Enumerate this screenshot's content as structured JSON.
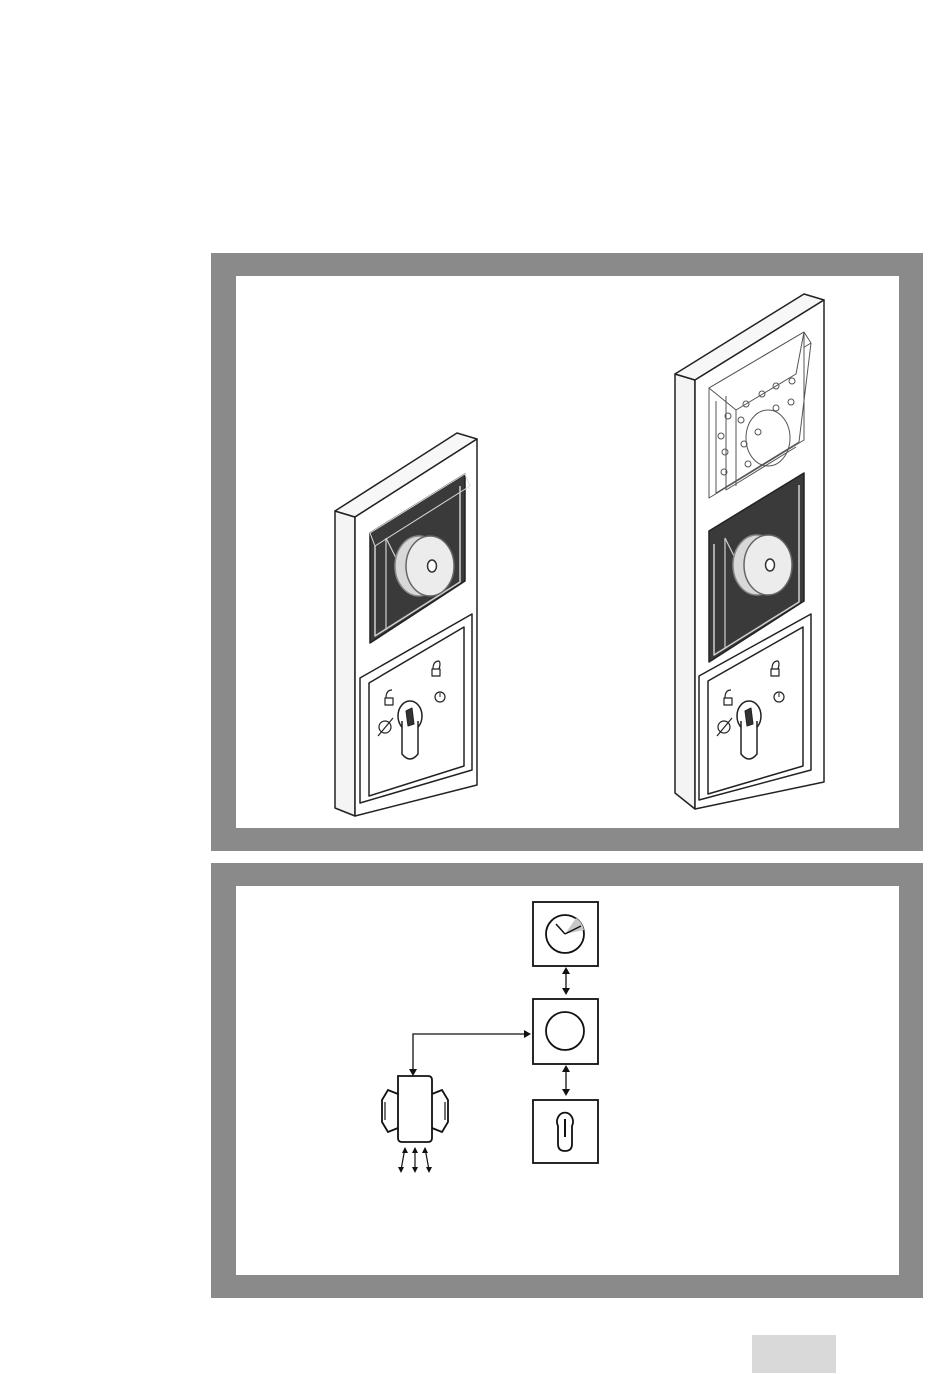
{
  "page": {
    "background": "#ffffff",
    "frame_color": "#8a8a8a",
    "tab_color": "#d9d9d9"
  },
  "figure_top": {
    "name": "switch-frame-illustrations",
    "items": [
      {
        "name": "single-frame",
        "modules": [
          "push-button",
          "key-switch"
        ]
      },
      {
        "name": "double-frame",
        "modules": [
          "blank-cover",
          "push-button",
          "key-switch"
        ]
      }
    ]
  },
  "figure_bottom": {
    "name": "wiring-schematic",
    "blocks": [
      "timer-icon",
      "push-button-icon",
      "key-cylinder-icon",
      "motor-actuator-icon"
    ]
  }
}
